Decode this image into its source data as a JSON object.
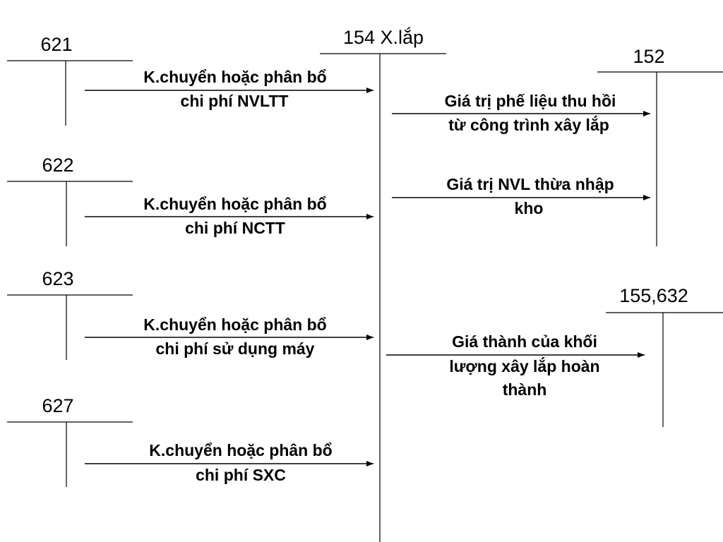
{
  "accounts": {
    "a621": "621",
    "a622": "622",
    "a623": "623",
    "a627": "627",
    "a154": "154 X.lắp",
    "a152": "152",
    "a155_632": "155,632"
  },
  "flows": {
    "f621_to_154": {
      "line1": "K.chuyển hoặc phân bổ",
      "line2": "chi phí NVLTT"
    },
    "f622_to_154": {
      "line1": "K.chuyển hoặc phân bổ",
      "line2": "chi phí NCTT"
    },
    "f623_to_154": {
      "line1": "K.chuyển hoặc phân bổ",
      "line2": "chi phí sử dụng máy"
    },
    "f627_to_154": {
      "line1": "K.chuyển hoặc phân bổ",
      "line2": "chi phí SXC"
    },
    "f154_to_152_scrap": {
      "line1": "Giá trị phế liệu thu hồi",
      "line2": "từ công trình xây lắp"
    },
    "f154_to_152_surplus": {
      "line1": "Giá trị NVL thừa nhập",
      "line2": "kho"
    },
    "f154_to_155_632": {
      "line1": "Giá thành của khối",
      "line2": "lượng xây lắp hoàn",
      "line3": "thành"
    }
  }
}
